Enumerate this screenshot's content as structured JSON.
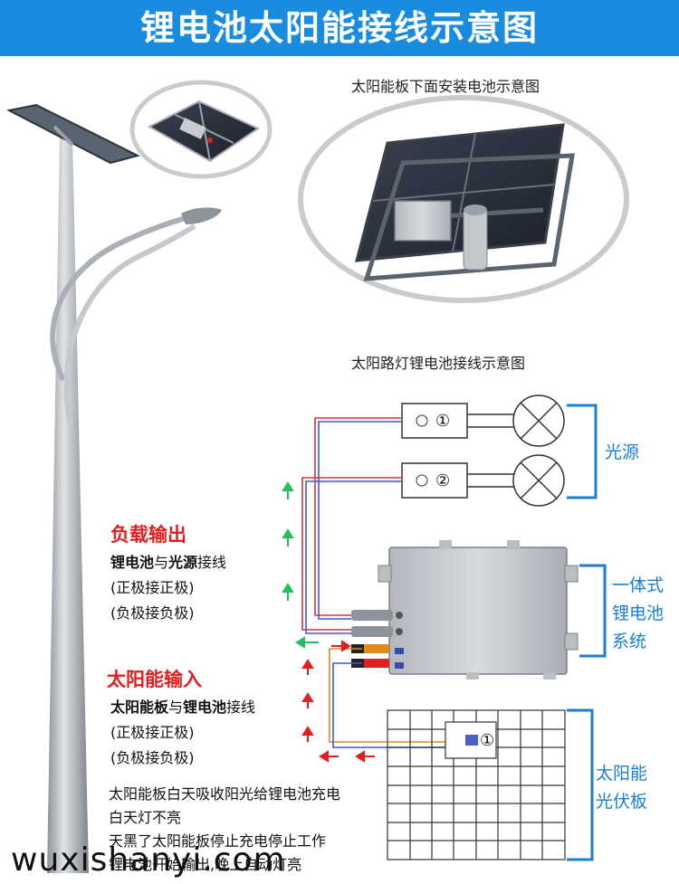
{
  "banner": {
    "title": "锂电池太阳能接线示意图"
  },
  "captions": {
    "top": "太阳能板下面安装电池示意图",
    "wiring": "太阳路灯锂电池接线示意图"
  },
  "load_output": {
    "heading": "负载输出",
    "line1_a": "锂电池",
    "line1_b": "与",
    "line1_c": "光源",
    "line1_d": "接线",
    "line2": "(正极接正极)",
    "line3": "(负极接负极)"
  },
  "solar_input": {
    "heading": "太阳能输入",
    "line1_a": "太阳能板",
    "line1_b": "与",
    "line1_c": "锂电池",
    "line1_d": "接线",
    "line2": "(正极接正极)",
    "line3": "(负极接负极)"
  },
  "notes": [
    "太阳能板白天吸收阳光给锂电池充电",
    "白天灯不亮",
    "天黑了太阳能板停止充电停止工作",
    "锂电池开始输出,晚上自动灯亮"
  ],
  "labels": {
    "light_source": "光源",
    "battery_line1": "一体式",
    "battery_line2": "锂电池",
    "battery_line3": "系统",
    "panel_line1": "太阳能",
    "panel_line2": "光伏板"
  },
  "lamp_numbers": [
    "①",
    "②"
  ],
  "panel_number": "①",
  "watermark": "wuxishanyi.com",
  "colors": {
    "banner": "#1a8ce0",
    "accent_red": "#e02020",
    "accent_green": "#22c05a",
    "accent_blue": "#1a7fd4"
  }
}
